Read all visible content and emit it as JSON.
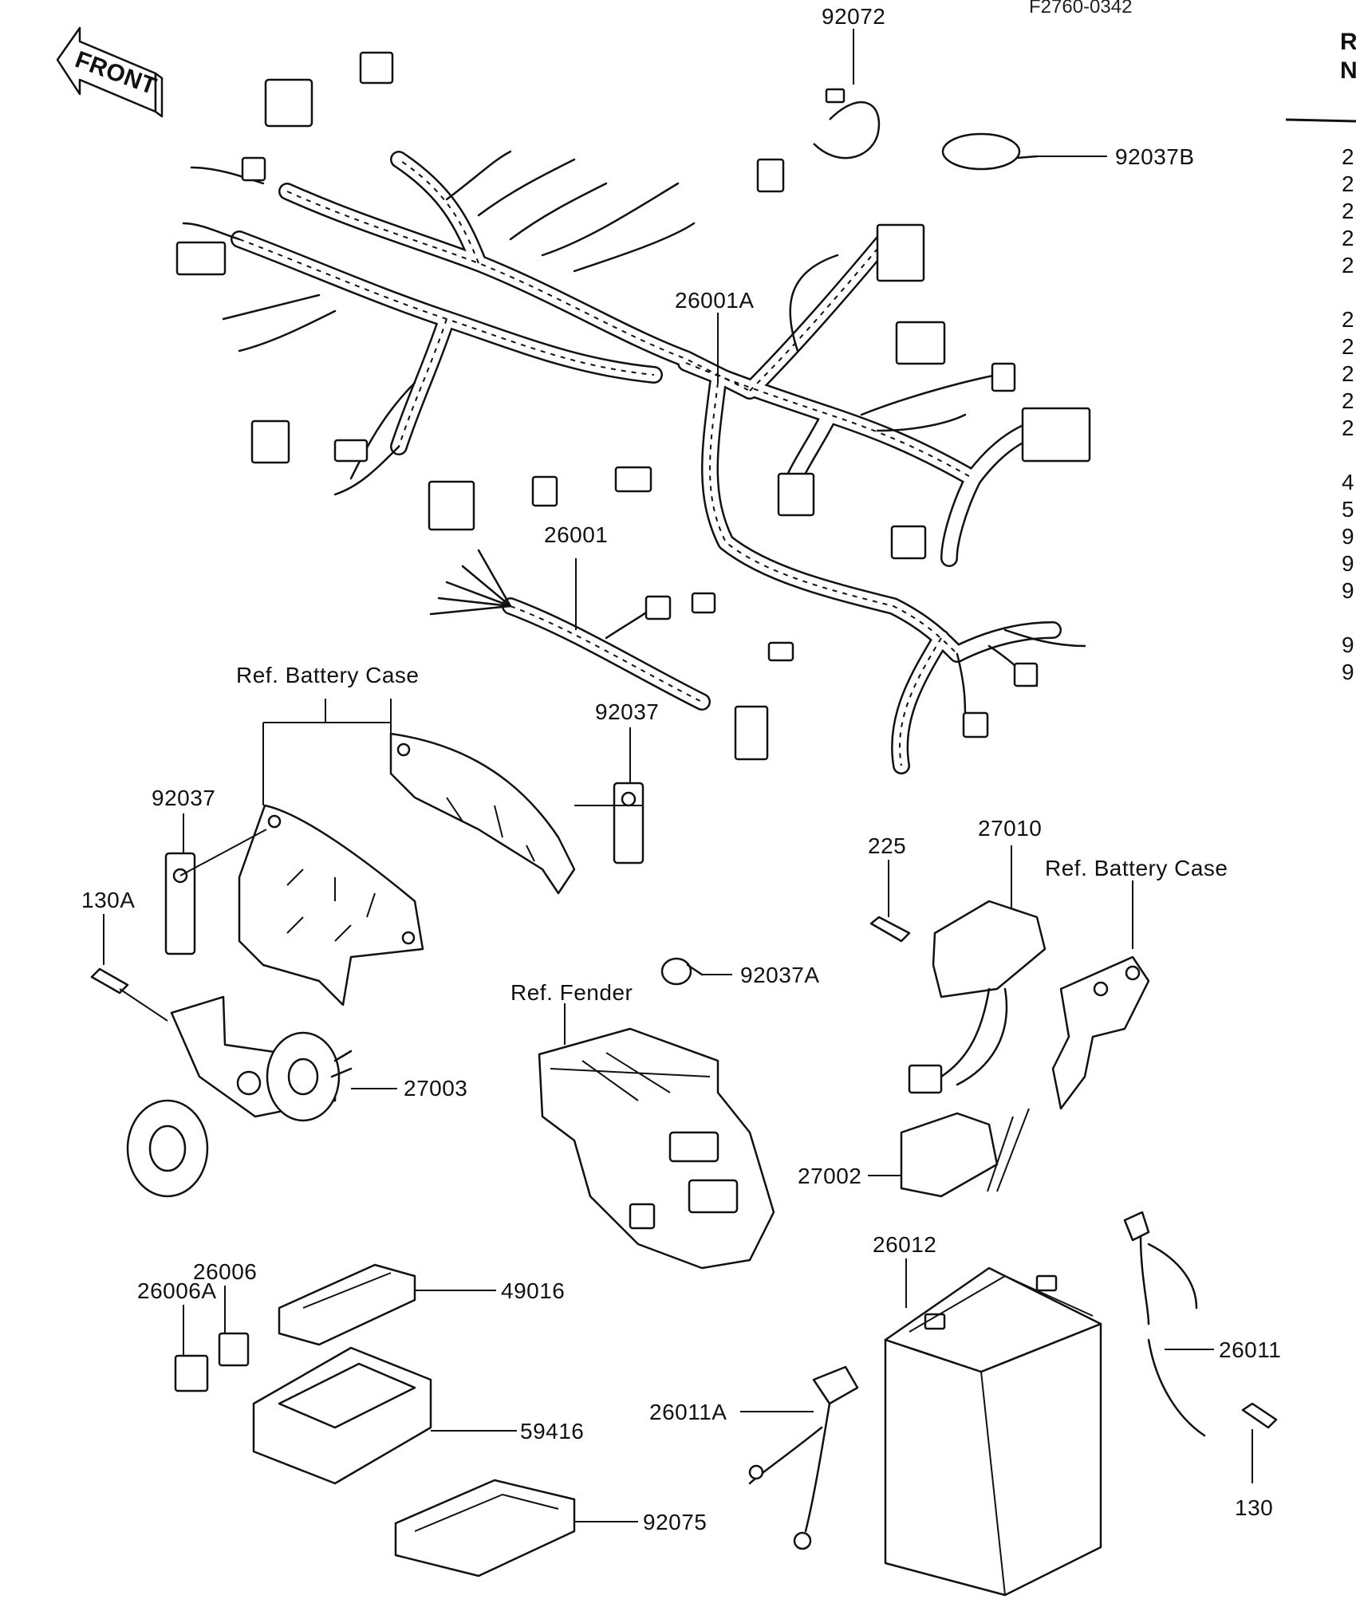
{
  "header": {
    "figure_code": "F2760-0342",
    "front_label": "FRONT"
  },
  "side_column": {
    "header_lines": [
      "R",
      "N"
    ],
    "entries": [
      "2",
      "2",
      "2",
      "2",
      "2",
      "2",
      "2",
      "2",
      "2",
      "2",
      "4",
      "5",
      "9",
      "9",
      "9",
      "9",
      "9"
    ]
  },
  "callouts": {
    "p92072": "92072",
    "p92037B": "92037B",
    "p26001A": "26001A",
    "p26001": "26001",
    "p92037_right": "92037",
    "p92037_left": "92037",
    "p130A": "130A",
    "p27003": "27003",
    "p92037A": "92037A",
    "p225": "225",
    "p27010": "27010",
    "p27002": "27002",
    "p26012": "26012",
    "p26011": "26011",
    "p130": "130",
    "p26011A": "26011A",
    "p26006": "26006",
    "p26006A": "26006A",
    "p49016": "49016",
    "p59416": "59416",
    "p92075": "92075"
  },
  "references": {
    "battery_case_left": "Ref. Battery Case",
    "battery_case_right": "Ref. Battery Case",
    "fender": "Ref. Fender"
  },
  "colors": {
    "ink": "#111111",
    "paper": "#ffffff"
  }
}
